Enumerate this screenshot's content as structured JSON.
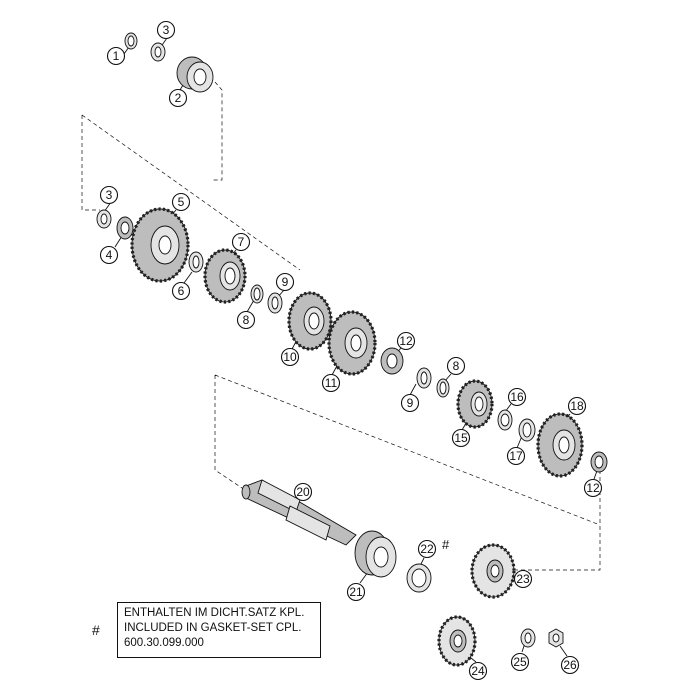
{
  "callouts": {
    "c1": "1",
    "c2": "2",
    "c3a": "3",
    "c3b": "3",
    "c4": "4",
    "c5": "5",
    "c6": "6",
    "c7": "7",
    "c8a": "8",
    "c8b": "8",
    "c9a": "9",
    "c9b": "9",
    "c10": "10",
    "c11": "11",
    "c12a": "12",
    "c12b": "12",
    "c15": "15",
    "c16": "16",
    "c17": "17",
    "c18": "18",
    "c20": "20",
    "c21": "21",
    "c22": "22",
    "c23": "23",
    "c24": "24",
    "c25": "25",
    "c26": "26"
  },
  "marker_symbol": "#",
  "note": {
    "marker": "#",
    "line1": "ENTHALTEN IM DICHT.SATZ KPL.",
    "line2": "INCLUDED IN GASKET-SET CPL.",
    "line3": "600.30.099.000"
  }
}
